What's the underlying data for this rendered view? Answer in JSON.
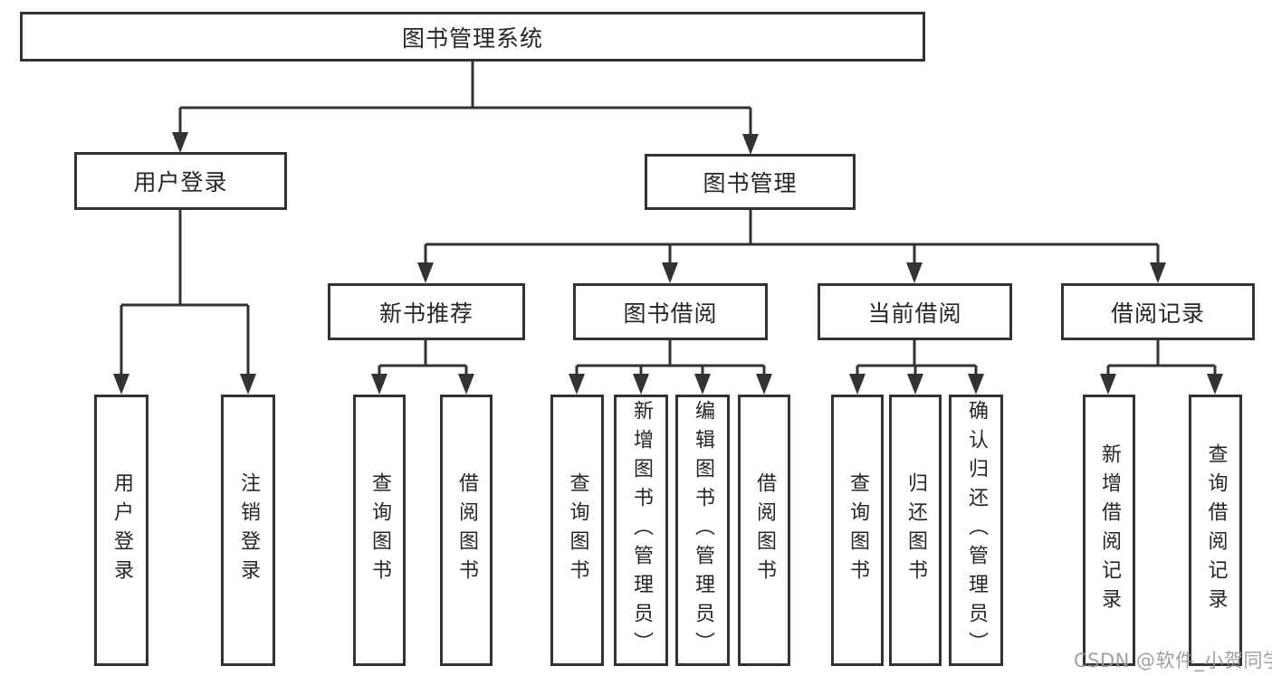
{
  "colors": {
    "box_border": "#333333",
    "box_text": "#262626",
    "connector": "#333333",
    "watermark": "#969696",
    "background": "#ffffff"
  },
  "watermark": {
    "text": "CSDN @软件_小贺同学"
  },
  "tree": {
    "label": "图书管理系统",
    "children": [
      {
        "label": "用户登录",
        "children": [
          {
            "label": "用户登录"
          },
          {
            "label": "注销登录"
          }
        ]
      },
      {
        "label": "图书管理",
        "children": [
          {
            "label": "新书推荐",
            "children": [
              {
                "label": "查询图书"
              },
              {
                "label": "借阅图书"
              }
            ]
          },
          {
            "label": "图书借阅",
            "children": [
              {
                "label": "查询图书"
              },
              {
                "label": "新增图书（管理员）"
              },
              {
                "label": "编辑图书（管理员）"
              },
              {
                "label": "借阅图书"
              }
            ]
          },
          {
            "label": "当前借阅",
            "children": [
              {
                "label": "查询图书"
              },
              {
                "label": "归还图书"
              },
              {
                "label": "确认归还（管理员）"
              }
            ]
          },
          {
            "label": "借阅记录",
            "children": [
              {
                "label": "新增借阅记录"
              },
              {
                "label": "查询借阅记录"
              }
            ]
          }
        ]
      }
    ]
  }
}
